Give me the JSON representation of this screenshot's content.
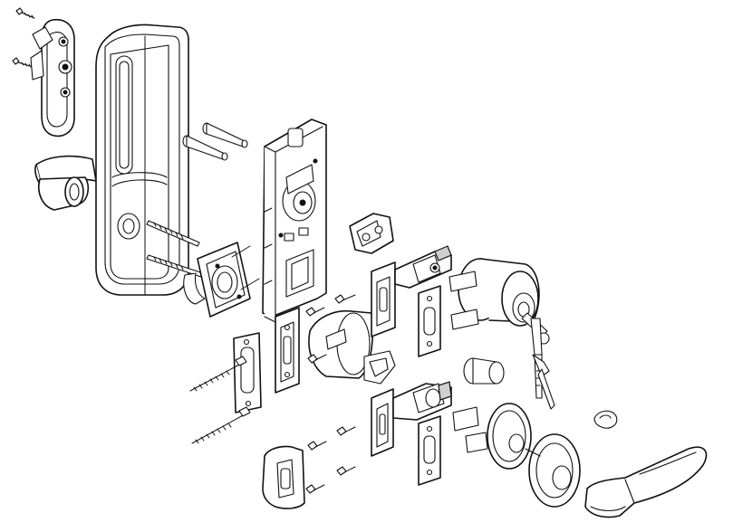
{
  "diagram": {
    "kind": "exploded-view",
    "line_color": "#111111",
    "background": "#ffffff",
    "parts": [
      {
        "id": "interior-escutcheon",
        "icon": "escutcheon-plate-icon"
      },
      {
        "id": "thumb-turn",
        "icon": "thumb-turn-icon"
      },
      {
        "id": "interior-handle",
        "icon": "handle-icon"
      },
      {
        "id": "chassis-mounting-plate",
        "icon": "chassis-icon"
      },
      {
        "id": "deadbolt-latch",
        "icon": "deadbolt-icon"
      },
      {
        "id": "spring-latch",
        "icon": "latch-icon"
      },
      {
        "id": "deadbolt-cylinder",
        "icon": "cylinder-icon"
      },
      {
        "id": "keys",
        "icon": "key-icon"
      },
      {
        "id": "exterior-lever",
        "icon": "lever-icon"
      },
      {
        "id": "strike-plates",
        "icon": "strike-plate-icon"
      },
      {
        "id": "screws",
        "icon": "screw-icon"
      },
      {
        "id": "through-bolts",
        "icon": "bolt-icon"
      }
    ]
  }
}
